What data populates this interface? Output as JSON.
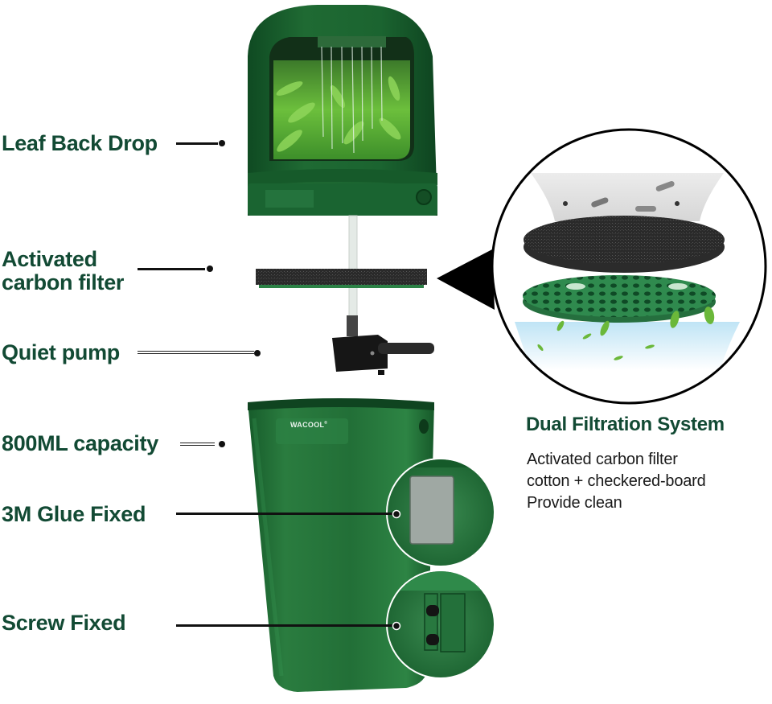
{
  "labels": [
    {
      "id": "leaf-back-drop",
      "text": "Leaf Back Drop"
    },
    {
      "id": "activated-carbon-filter",
      "lines": [
        "Activated",
        "carbon filter"
      ]
    },
    {
      "id": "quiet-pump",
      "text": "Quiet pump"
    },
    {
      "id": "capacity",
      "text": "800ML capacity"
    },
    {
      "id": "glue-fixed",
      "text": "3M Glue Fixed"
    },
    {
      "id": "screw-fixed",
      "text": "Screw Fixed"
    }
  ],
  "callout": {
    "title": "Dual Filtration System",
    "lines": [
      "Activated carbon filter",
      "cotton + checkered-board",
      "Provide clean"
    ]
  },
  "brand": {
    "name": "WACOOL",
    "mark": "®"
  },
  "colors": {
    "label_green": "#124a34",
    "product_green": "#1f6b35",
    "product_green_dark": "#13481f",
    "leader": "#111111",
    "callout_border": "#000000"
  }
}
